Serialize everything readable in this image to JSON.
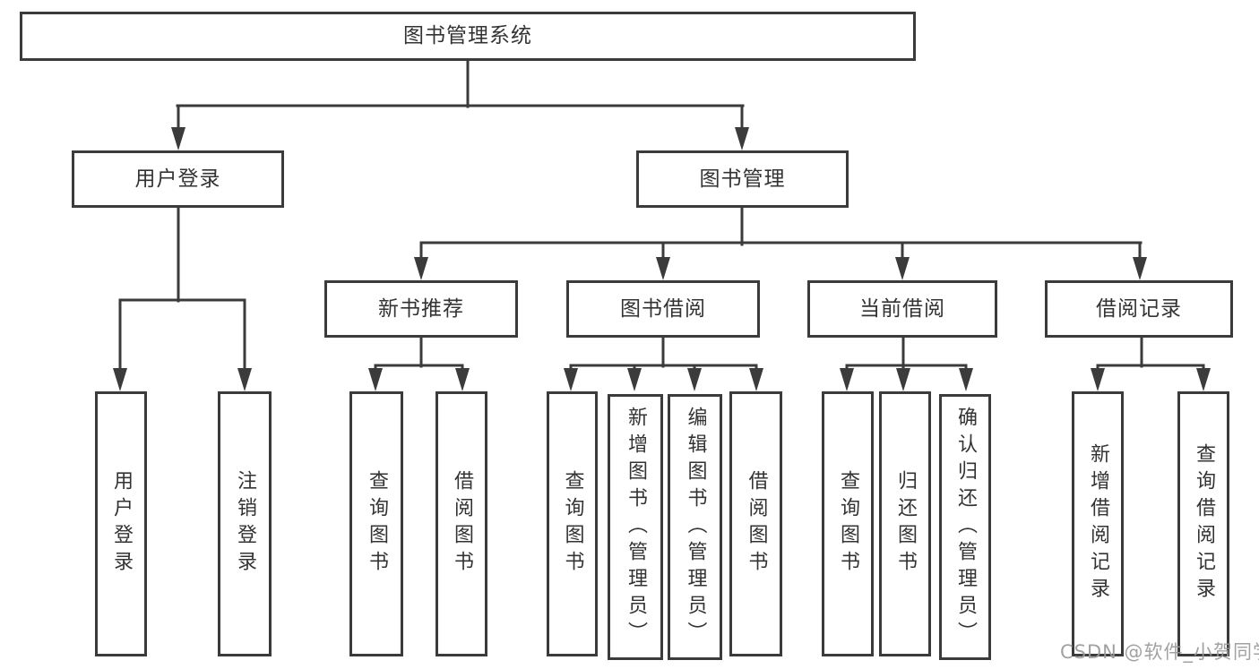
{
  "colors": {
    "line": "#3b3b3b",
    "box_border": "#3b3b3b",
    "text": "#333333",
    "watermark": "#9a9a9a",
    "background": "#ffffff"
  },
  "watermark": {
    "text": "CSDN @软件_小贺同学"
  },
  "tree": {
    "root": {
      "label": "图书管理系统"
    },
    "branches": [
      {
        "label": "用户登录",
        "children": [
          {
            "label": "用户登录"
          },
          {
            "label": "注销登录"
          }
        ]
      },
      {
        "label": "图书管理",
        "children": [
          {
            "label": "新书推荐",
            "children": [
              {
                "label": "查询图书"
              },
              {
                "label": "借阅图书"
              }
            ]
          },
          {
            "label": "图书借阅",
            "children": [
              {
                "label": "查询图书"
              },
              {
                "label": "新增图书（管理员）"
              },
              {
                "label": "编辑图书（管理员）"
              },
              {
                "label": "借阅图书"
              }
            ]
          },
          {
            "label": "当前借阅",
            "children": [
              {
                "label": "查询图书"
              },
              {
                "label": "归还图书"
              },
              {
                "label": "确认归还（管理员）"
              }
            ]
          },
          {
            "label": "借阅记录",
            "children": [
              {
                "label": "新增借阅记录"
              },
              {
                "label": "查询借阅记录"
              }
            ]
          }
        ]
      }
    ]
  }
}
